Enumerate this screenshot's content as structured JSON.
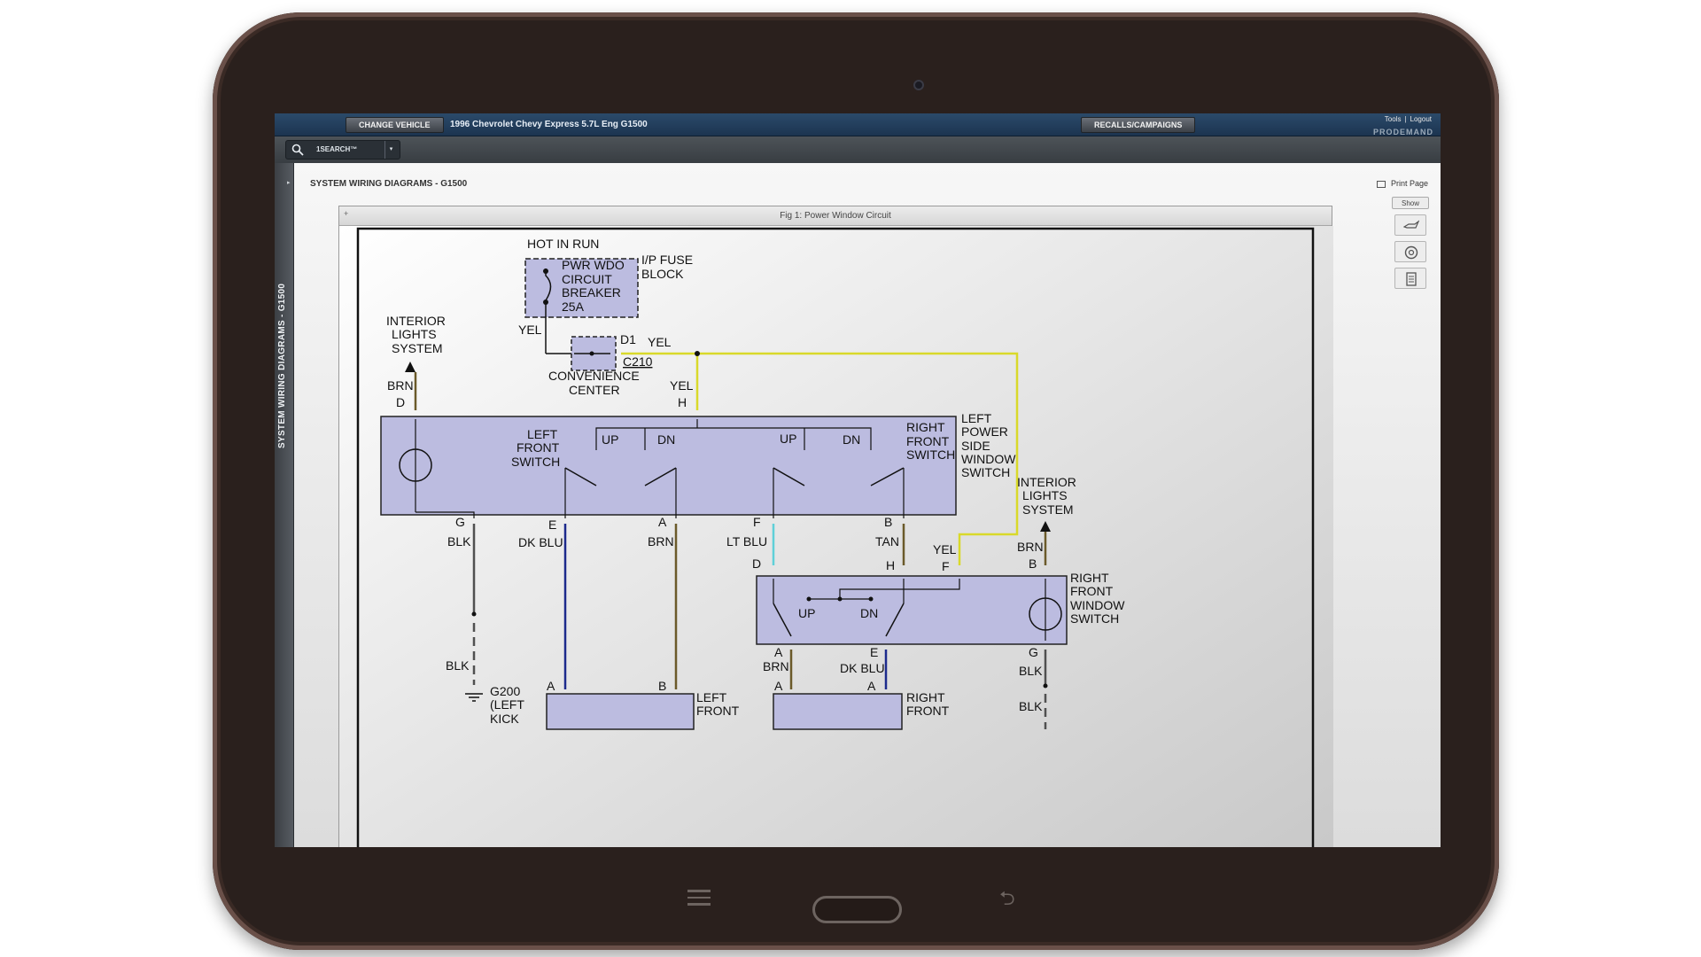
{
  "header": {
    "change_vehicle": "CHANGE VEHICLE",
    "vehicle": "1996 Chevrolet Chevy Express 5.7L Eng G1500",
    "recalls": "RECALLS/CAMPAIGNS",
    "tools": "Tools",
    "separator": "|",
    "logout": "Logout",
    "brand": "PRODEMAND"
  },
  "search": {
    "label": "1SEARCH™",
    "dropdown": "▾"
  },
  "sidebar": {
    "label": "SYSTEM WIRING DIAGRAMS - G1500"
  },
  "page": {
    "heading": "SYSTEM WIRING DIAGRAMS - G1500",
    "print": "Print Page"
  },
  "figure": {
    "title": "Fig 1: Power Window Circuit",
    "expand": "+",
    "labels": {
      "hot_in_run": "HOT IN RUN",
      "breaker": [
        "PWR WDO",
        "CIRCUIT",
        "BREAKER",
        "25A"
      ],
      "fuse_block": [
        "I/P FUSE",
        "BLOCK"
      ],
      "interior_left": [
        "INTERIOR",
        "LIGHTS",
        "SYSTEM"
      ],
      "interior_right": [
        "INTERIOR",
        "LIGHTS",
        "SYSTEM"
      ],
      "yel": "YEL",
      "d1": "D1",
      "c210": "C210",
      "convenience": [
        "CONVENIENCE",
        "CENTER"
      ],
      "brn": "BRN",
      "pin_d": "D",
      "pin_h": "H",
      "left_front_switch": [
        "LEFT",
        "FRONT",
        "SWITCH"
      ],
      "right_front_switch": [
        "RIGHT",
        "FRONT",
        "SWITCH"
      ],
      "up": "UP",
      "dn": "DN",
      "lps_switch": [
        "LEFT",
        "POWER",
        "SIDE",
        "WINDOW",
        "SWITCH"
      ],
      "pin_g": "G",
      "pin_e": "E",
      "pin_a": "A",
      "pin_f": "F",
      "pin_b": "B",
      "blk": "BLK",
      "dk_blu": "DK BLU",
      "lt_blu": "LT BLU",
      "tan": "TAN",
      "rfw_switch": [
        "RIGHT",
        "FRONT",
        "WINDOW",
        "SWITCH"
      ],
      "g200": [
        "G200",
        "(LEFT",
        "KICK"
      ],
      "left_front": [
        "LEFT",
        "FRONT"
      ],
      "right_front": [
        "RIGHT",
        "FRONT"
      ]
    }
  },
  "tools": {
    "show": "Show"
  },
  "colors": {
    "yel_wire": "#d9d92a",
    "brn_wire": "#6b5a2a",
    "dkblu_wire": "#1c2a8c",
    "ltblu_wire": "#5fd0d8",
    "blk_wire": "#505050",
    "component_fill": "#bcbce0"
  }
}
